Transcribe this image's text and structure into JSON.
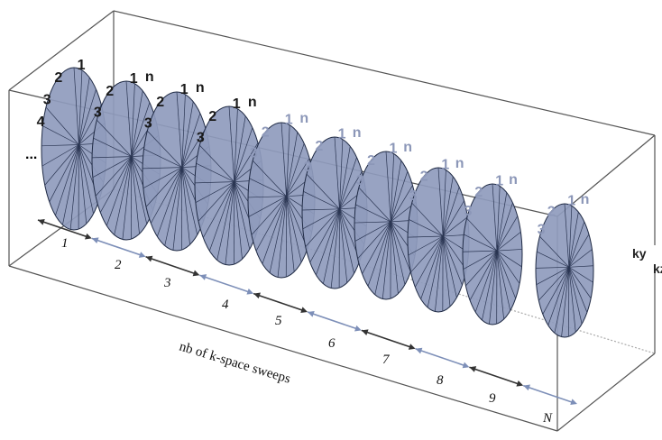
{
  "colors": {
    "fan_fill": "#8f9bbd",
    "fan_stroke": "#1f2a44",
    "spoke": "#2a3552",
    "box": "#555555",
    "arrow_dark": "#333333",
    "arrow_blue": "#7d8fb8",
    "num_dark": "#1a1a1a",
    "num_faded": "#8c97b8"
  },
  "diagram": {
    "caption": "nb of k-space sweeps",
    "sweep_labels": [
      "1",
      "2",
      "3",
      "4",
      "5",
      "6",
      "7",
      "8",
      "9",
      "N"
    ],
    "spoke_numbers": [
      "1",
      "2",
      "3",
      "4",
      "n"
    ],
    "ellipsis": "...",
    "dims": [
      "ky",
      "kz"
    ]
  }
}
